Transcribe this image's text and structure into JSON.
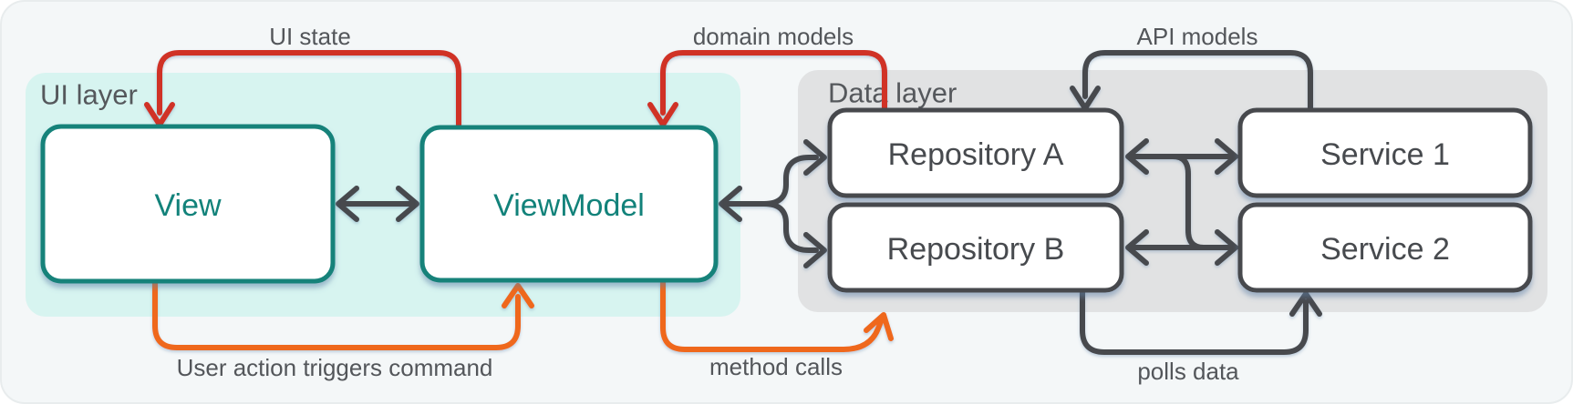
{
  "layers": [
    {
      "label": "UI layer"
    },
    {
      "label": "Data layer"
    }
  ],
  "nodes": [
    {
      "id": "view",
      "label": "View",
      "layer": "UI layer"
    },
    {
      "id": "viewmodel",
      "label": "ViewModel",
      "layer": "UI layer"
    },
    {
      "id": "repository-a",
      "label": "Repository A",
      "layer": "Data layer"
    },
    {
      "id": "repository-b",
      "label": "Repository B",
      "layer": "Data layer"
    },
    {
      "id": "service-1",
      "label": "Service 1",
      "layer": "Data layer"
    },
    {
      "id": "service-2",
      "label": "Service 2",
      "layer": "Data layer"
    }
  ],
  "edges": [
    {
      "label": "UI state",
      "from": "ViewModel",
      "to": "View",
      "style": "red"
    },
    {
      "label": "domain models",
      "from": "Repository A",
      "to": "ViewModel",
      "style": "red"
    },
    {
      "label": "API models",
      "from": "Service 1",
      "to": "Repository A",
      "style": "dark"
    },
    {
      "label": "",
      "from": "View",
      "to": "ViewModel",
      "style": "dark",
      "bidirectional": true
    },
    {
      "label": "",
      "from": "ViewModel",
      "to": "Repository A / Repository B",
      "style": "dark",
      "bidirectional": true
    },
    {
      "label": "",
      "from": "Repository A",
      "to": "Service 1",
      "style": "dark",
      "bidirectional": true
    },
    {
      "label": "",
      "from": "Repository B",
      "to": "Service 2",
      "style": "dark",
      "bidirectional": true
    },
    {
      "label": "",
      "from": "Repository A-Service 1 link",
      "to": "Repository B-Service 2 link",
      "style": "dark"
    },
    {
      "label": "User action triggers command",
      "from": "View",
      "to": "ViewModel",
      "style": "orange"
    },
    {
      "label": "method calls",
      "from": "ViewModel",
      "to": "Repository B",
      "style": "orange"
    },
    {
      "label": "polls data",
      "from": "Repository B",
      "to": "Service 2",
      "style": "dark"
    }
  ],
  "colors": {
    "background": "#f4f7f8",
    "ui_layer_bg": "#d7f4f0",
    "data_layer_bg": "#e1e2e3",
    "teal": "#12827a",
    "dark": "#474a4e",
    "red": "#d03327",
    "orange": "#ef671c",
    "label_text": "#53565a",
    "node_fill": "#ffffff"
  }
}
